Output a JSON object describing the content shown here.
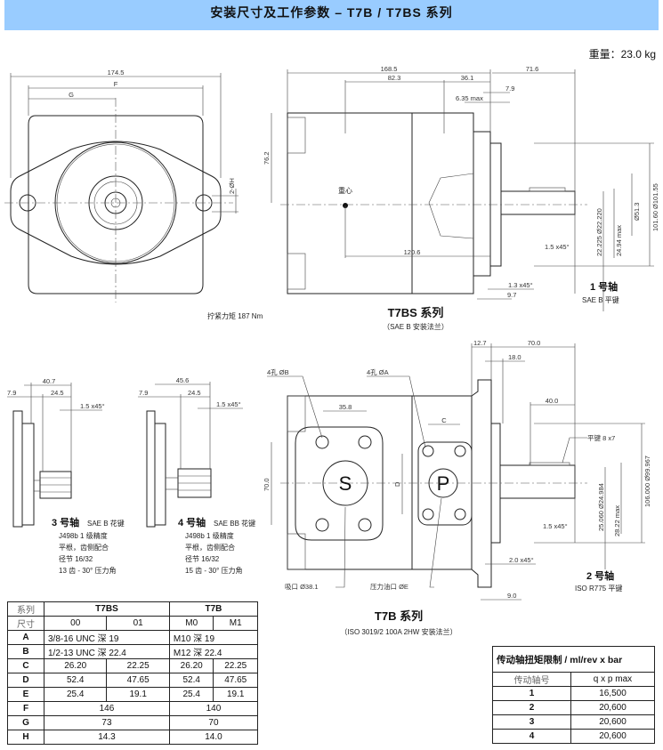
{
  "header": {
    "title": "安装尺寸及工作参数 – T7B / T7BS 系列",
    "weight": "重量：23.0 kg"
  },
  "front_view": {
    "dims": {
      "overall": "174.5",
      "f": "F",
      "g": "G",
      "h": "2-ØH"
    },
    "torque_note": "拧紧力矩 187 Nm"
  },
  "t7bs_view": {
    "dims": {
      "d1": "168.5",
      "d2": "82.3",
      "d3": "36.1",
      "d4": "71.6",
      "d5": "7.9",
      "d6": "6.35 max",
      "d7": "76.2",
      "d8": "120.6",
      "d9": "101.60 Ø101.55",
      "d10": "Ø51.3",
      "d11": "22.225 Ø22.220",
      "d12": "24.94 max",
      "d13": "1.5 x45°",
      "d14": "1.3 x45°",
      "d15": "9.7"
    },
    "cog": "重心",
    "shaft_title": "1 号轴",
    "shaft_sub": "SAE B 平键",
    "title": "T7BS 系列",
    "subtitle": "（SAE B 安装法兰）"
  },
  "shaft3": {
    "dims": {
      "a": "40.7",
      "b": "7.9",
      "c": "24.5",
      "d": "1.5 x45°"
    },
    "title": "3 号轴",
    "type": "SAE B 花键",
    "lines": [
      "J498b 1 级精度",
      "平根，齿侧配合",
      "径节 16/32",
      "13 齿  - 30° 压力角"
    ]
  },
  "shaft4": {
    "dims": {
      "a": "45.6",
      "b": "7.9",
      "c": "24.5",
      "d": "1.5 x45°"
    },
    "title": "4 号轴",
    "type": "SAE BB 花键",
    "lines": [
      "J498b 1 级精度",
      "平根，齿侧配合",
      "径节 16/32",
      "15 齿  - 30° 压力角"
    ]
  },
  "t7b_view": {
    "dims": {
      "d1": "12.7",
      "d2": "70.0",
      "d3": "18.0",
      "d4": "40.0",
      "d5": "35.8",
      "d6": "C",
      "d7": "70.0",
      "d8": "D",
      "d9": "106.000 Ø99.967",
      "d10": "25.060 Ø24.984",
      "d11": "28.22 max",
      "d12": "1.5 x45°",
      "d13": "2.0 x45°",
      "d14": "9.0"
    },
    "hole_b": "4孔 ØB",
    "hole_a": "4孔 ØA",
    "key": "平键 8 x7",
    "port_s": "S",
    "port_p": "P",
    "suction": "吸口 Ø38.1",
    "pressure": "压力油口 ØE",
    "shaft_title": "2 号轴",
    "shaft_sub": "ISO R775 平键",
    "title": "T7B 系列",
    "subtitle": "（ISO 3019/2 100A 2HW 安装法兰）"
  },
  "dim_table": {
    "h_series": "系列",
    "h_size": "尺寸",
    "t7bs": "T7BS",
    "t7b": "T7B",
    "codes": [
      "00",
      "01",
      "M0",
      "M1"
    ],
    "rows": [
      {
        "k": "A",
        "bs": "3/8-16 UNC  深 19",
        "b": "M10  深 19"
      },
      {
        "k": "B",
        "bs": "1/2-13 UNC  深 22.4",
        "b": "M12  深 22.4"
      },
      {
        "k": "C",
        "v": [
          "26.20",
          "22.25",
          "26.20",
          "22.25"
        ]
      },
      {
        "k": "D",
        "v": [
          "52.4",
          "47.65",
          "52.4",
          "47.65"
        ]
      },
      {
        "k": "E",
        "v": [
          "25.4",
          "19.1",
          "25.4",
          "19.1"
        ]
      },
      {
        "k": "F",
        "bs": "146",
        "b": "140"
      },
      {
        "k": "G",
        "bs": "73",
        "b": "70"
      },
      {
        "k": "H",
        "bs": "14.3",
        "b": "14.0"
      }
    ]
  },
  "torque_table": {
    "title": "传动轴扭矩限制  / ml/rev x bar",
    "h1": "传动轴号",
    "h2": "q x p max",
    "rows": [
      {
        "s": "1",
        "v": "16,500"
      },
      {
        "s": "2",
        "v": "20,600"
      },
      {
        "s": "3",
        "v": "20,600"
      },
      {
        "s": "4",
        "v": "20,600"
      }
    ]
  }
}
